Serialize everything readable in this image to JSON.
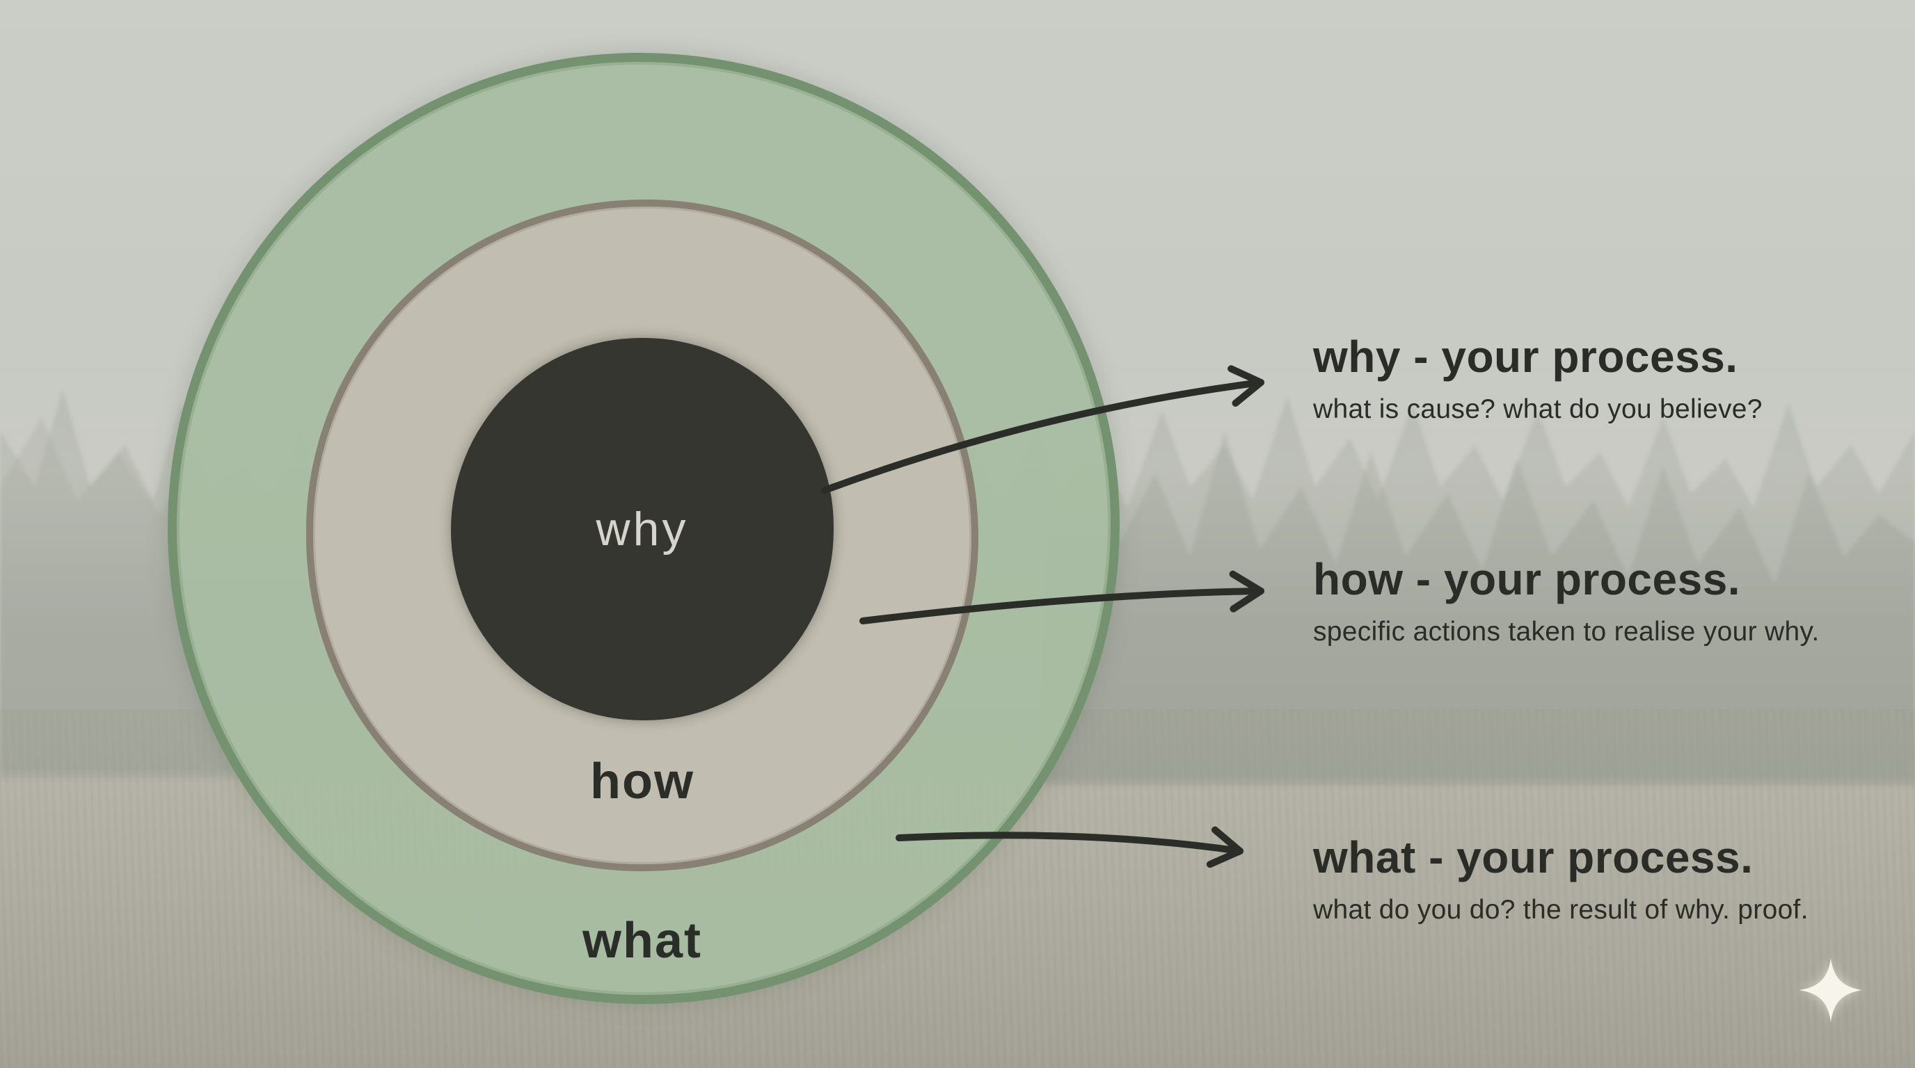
{
  "diagram": {
    "circles": {
      "why": {
        "label": "why",
        "fill": "#35362f",
        "text_color": "#d6d5cd"
      },
      "how": {
        "label": "how",
        "fill": "#c2bdb1",
        "border": "#7e7666"
      },
      "what": {
        "label": "what",
        "fill": "#a8bda3",
        "border": "#6e8c6a"
      }
    },
    "annotations": [
      {
        "id": "why",
        "title": "why - your process.",
        "subtitle": "what is cause? what do you believe?"
      },
      {
        "id": "how",
        "title": "how - your process.",
        "subtitle": "specific actions taken to realise your why."
      },
      {
        "id": "what",
        "title": "what - your process.",
        "subtitle": "what do you do? the result of why. proof."
      }
    ],
    "ink_color": "#2b2d28",
    "sparkle_icon": "four-point-star"
  }
}
